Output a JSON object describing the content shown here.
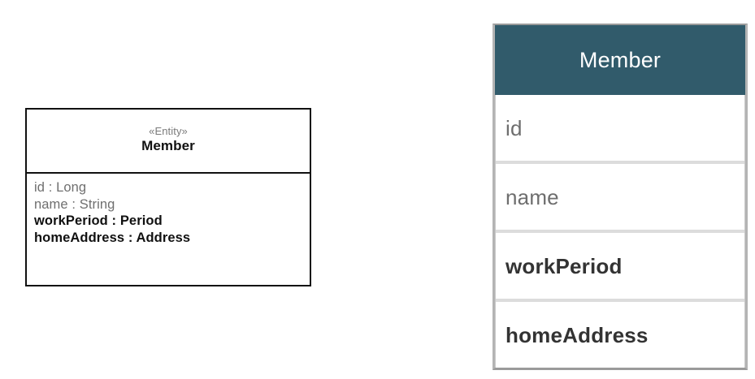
{
  "uml_class": {
    "stereotype": "«Entity»",
    "name": "Member",
    "attributes": [
      {
        "text": "id : Long",
        "emphasis": false
      },
      {
        "text": "name : String",
        "emphasis": false
      },
      {
        "text": "workPeriod : Period",
        "emphasis": true
      },
      {
        "text": "homeAddress : Address",
        "emphasis": true
      }
    ]
  },
  "entity_table": {
    "header": "Member",
    "header_bg": "#315b6b",
    "header_text_color": "#ffffff",
    "rows": [
      {
        "label": "id",
        "emphasis": false
      },
      {
        "label": "name",
        "emphasis": false
      },
      {
        "label": "workPeriod",
        "emphasis": true
      },
      {
        "label": "homeAddress",
        "emphasis": true
      }
    ]
  }
}
